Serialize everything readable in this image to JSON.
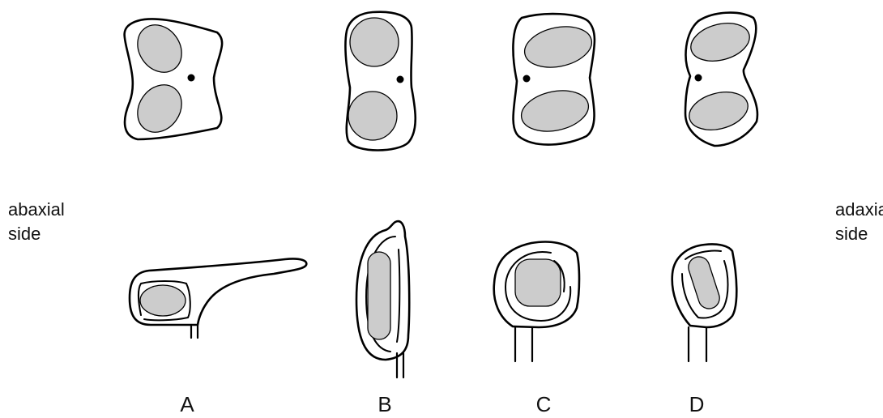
{
  "labels": {
    "left_side": [
      "abaxial",
      "side"
    ],
    "right_side": [
      "adaxial",
      "side"
    ],
    "columns": [
      "A",
      "B",
      "C",
      "D"
    ]
  },
  "colors": {
    "sac_fill": "#cccccc",
    "outline": "#000000",
    "background": "#ffffff"
  }
}
